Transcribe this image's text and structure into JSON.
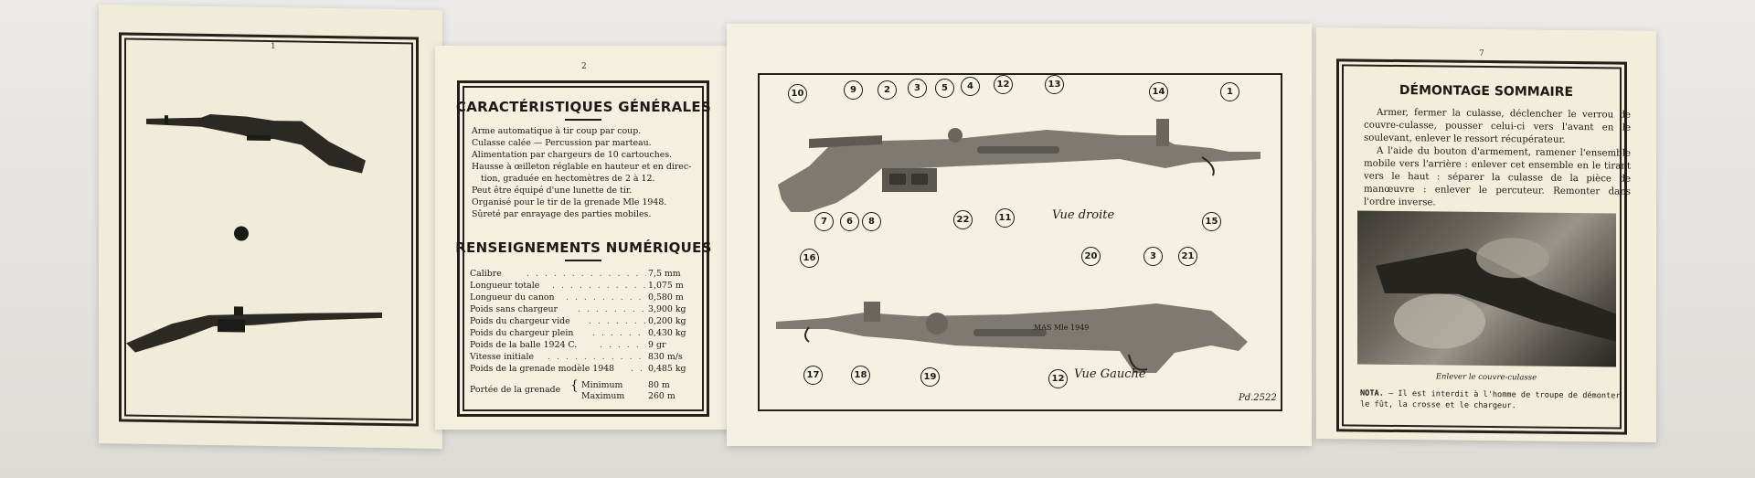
{
  "panel1": {
    "page_number": "1"
  },
  "panel2": {
    "page_number": "2",
    "heading1": "CARACTÉRISTIQUES GÉNÉRALES",
    "characteristics": [
      "Arme automatique à tir coup par coup.",
      "Culasse calée — Percussion par marteau.",
      "Alimentation par chargeurs de 10 cartouches.",
      "Hausse à œilleton réglable en hauteur et en direc-",
      "tion, graduée en hectomètres de 2 à 12.",
      "Peut être équipé d'une lunette de tir.",
      "Organisé pour le tir de la grenade Mle 1948.",
      "Sûreté par enrayage des parties mobiles."
    ],
    "heading2": "RENSEIGNEMENTS NUMÉRIQUES",
    "specs": [
      {
        "label": "Calibre",
        "value": "7,5 mm"
      },
      {
        "label": "Longueur totale",
        "value": "1,075 m"
      },
      {
        "label": "Longueur du canon",
        "value": "0,580 m"
      },
      {
        "label": "Poids sans chargeur",
        "value": "3,900 kg"
      },
      {
        "label": "Poids du chargeur vide",
        "value": "0,200 kg"
      },
      {
        "label": "Poids du chargeur plein",
        "value": "0,430 kg"
      },
      {
        "label": "Poids de la balle 1924 C.",
        "value": "9 gr"
      },
      {
        "label": "Vitesse initiale",
        "value": "830 m/s"
      },
      {
        "label": "Poids de la grenade modèle 1948",
        "value": "0,485 kg"
      }
    ],
    "range_label": "Portée de la grenade",
    "range_min_label": "Minimum",
    "range_min_value": "80 m",
    "range_max_label": "Maximum",
    "range_max_value": "260 m"
  },
  "panel3": {
    "view_right": "Vue droite",
    "view_left": "Vue Gauche",
    "ref": "Pd.2522",
    "marking": "MAS Mle 1949",
    "callouts_top": [
      "10",
      "9",
      "2",
      "3",
      "5",
      "4",
      "12",
      "13",
      "14",
      "1"
    ],
    "callouts_bottom_top": [
      "7",
      "6",
      "8",
      "22",
      "11",
      "15"
    ],
    "callouts_left": [
      "16",
      "20",
      "3",
      "21",
      "17",
      "18",
      "19",
      "12"
    ]
  },
  "panel4": {
    "page_number": "7",
    "heading": "DÉMONTAGE SOMMAIRE",
    "para1": "Armer, fermer la culasse, déclencher le verrou de couvre-culasse, pousser celui-ci vers l'avant en le soulevant, enlever le ressort récupérateur.",
    "para2": "A l'aide du bouton d'armement, ramener l'ensemble mobile vers l'arrière : enlever cet ensemble en le tirant vers le haut : séparer la culasse de la pièce de manœuvre : enlever le percuteur. Remonter dans l'ordre inverse.",
    "caption": "Enlever le couvre-culasse",
    "nota_label": "NOTA.",
    "nota": "— Il est interdit à l'homme de troupe de démonter le fût, la crosse et le chargeur."
  }
}
